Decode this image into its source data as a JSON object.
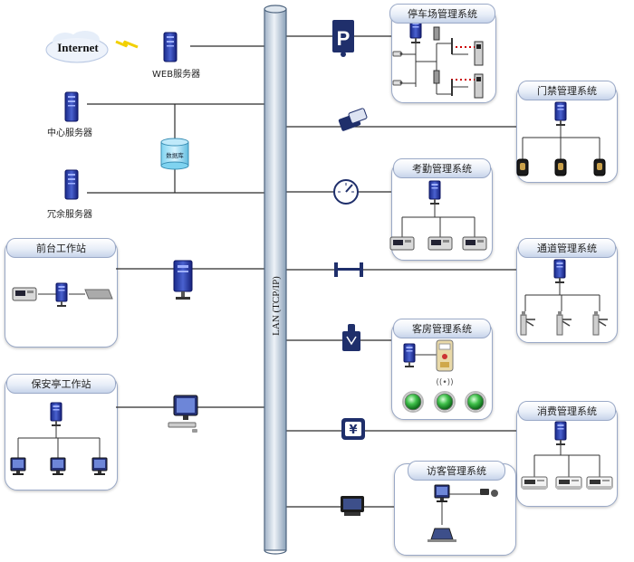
{
  "backbone": {
    "label": "LAN (TCP/IP)"
  },
  "left": {
    "internet": "Internet",
    "web_server": "WEB服务器",
    "center_server": "中心服务器",
    "database": "数据库",
    "redundant_server": "冗余服务器",
    "front_desk": "前台工作站",
    "security_booth": "保安亭工作站"
  },
  "systems": {
    "parking": "停车场管理系统",
    "access": "门禁管理系统",
    "attendance": "考勤管理系统",
    "channel": "通道管理系统",
    "guestroom": "客房管理系统",
    "consumption": "消费管理系统",
    "visitor": "访客管理系统"
  },
  "icons": {
    "parking": "P",
    "consumption": "¥",
    "wireless": "((•))"
  }
}
